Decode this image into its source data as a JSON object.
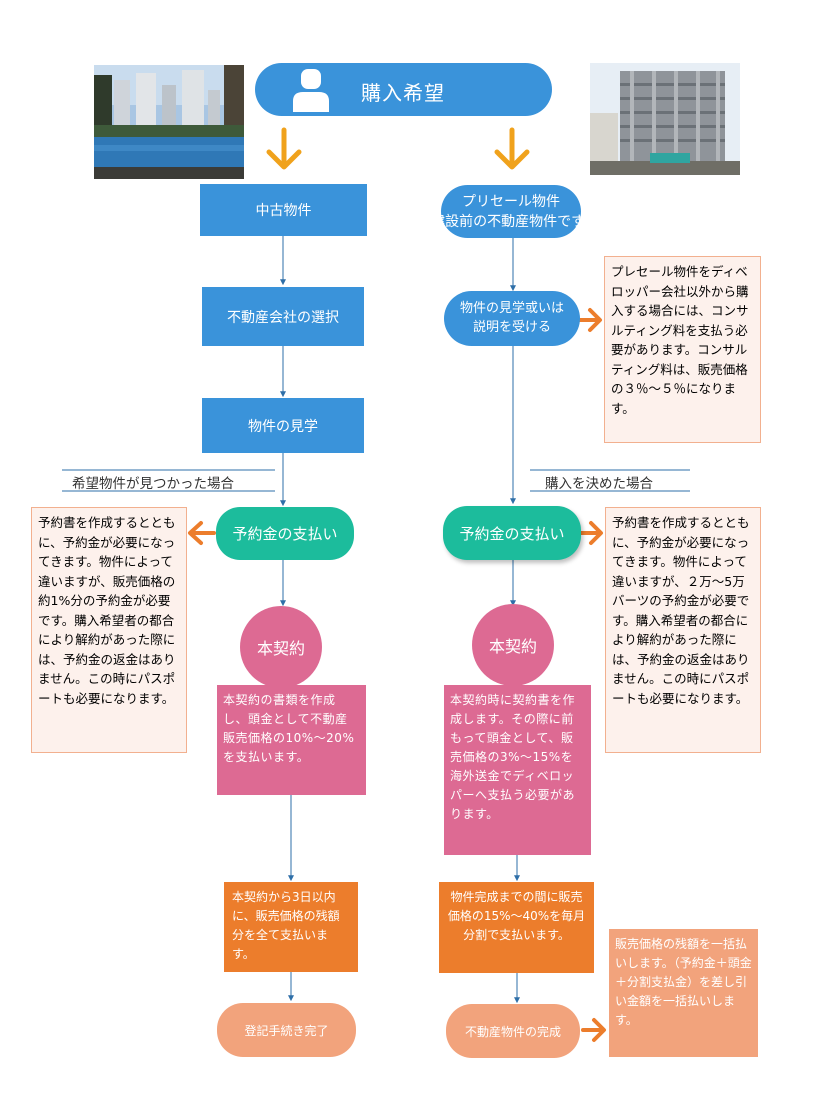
{
  "header": {
    "title": "購入希望"
  },
  "left": {
    "step1": "中古物件",
    "step2": "不動産会社の選択",
    "step3": "物件の見学",
    "found_label": "希望物件が見つかった場合",
    "deposit": "予約金の支払い",
    "contract": "本契約",
    "contract_detail": "本契約の書類を作成し、頭金として不動産販売価格の10%～20%を支払います。",
    "payment": "本契約から3日以内に、販売価格の残額分を全て支払います。",
    "done": "登記手続き完了",
    "deposit_note": "予約書を作成するとともに、予約金が必要になってきます。物件によって違いますが、販売価格の約1%分の予約金が必要です。購入希望者の都合により解約があった際には、予約金の返金はありません。この時にパスポートも必要になります。"
  },
  "right": {
    "step1_line1": "プリセール物件",
    "step1_line2": "（建設前の不動産物件です。）",
    "step2": "物件の見学或いは説明を受ける",
    "consult_note": "プレセール物件をディベロッパー会社以外から購入する場合には、コンサルティング料を支払う必要があります。コンサルティング料は、販売価格の３％～５％になります。",
    "decided_label": "購入を決めた場合",
    "deposit": "予約金の支払い",
    "deposit_note": "予約書を作成するとともに、予約金が必要になってきます。物件によって違いますが、２万～5万バーツの予約金が必要です。購入希望者の都合により解約があった際には、予約金の返金はありません。この時にパスポートも必要になります。",
    "contract": "本契約",
    "contract_detail": "本契約時に契約書を作成します。その際に前もって頭金として、販売価格の3%～15%を海外送金でディベロッパーへ支払う必要があります。",
    "installment": "物件完成までの間に販売価格の15%～40%を毎月分割で支払います。",
    "done": "不動産物件の完成",
    "final_note": "販売価格の残額を一括払いします。（予約金＋頭金＋分割支払金）を差し引い金額を一括払いします。"
  },
  "colors": {
    "blue": "#3a93da",
    "teal": "#1cbc9c",
    "pink": "#dd6a93",
    "orange": "#ec7d2c",
    "salmon": "#f2a37c",
    "arrow_yellow": "#f0a21c",
    "connector": "#2e6fa8"
  },
  "images": {
    "left_photo": "condo-pool-photo",
    "right_photo": "building-construction-photo"
  }
}
